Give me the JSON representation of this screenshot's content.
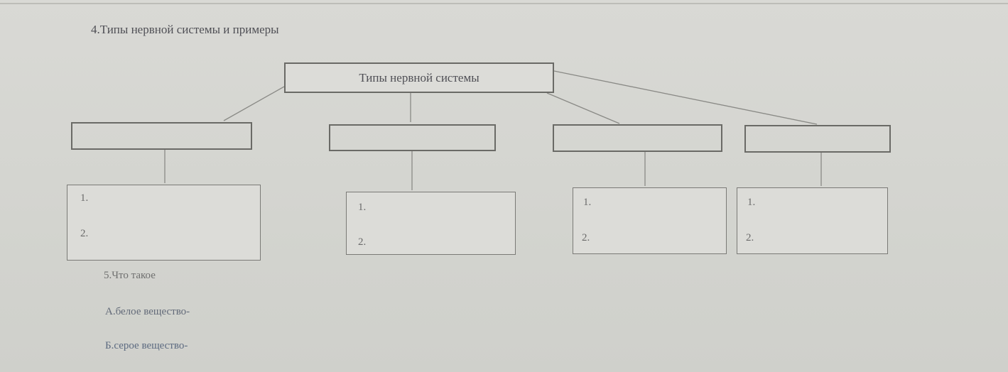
{
  "section4": {
    "heading": "4.Типы нервной системы и примеры",
    "root_box": "Типы нервной системы",
    "branches": [
      {
        "type_value": "",
        "items": [
          "1.",
          "2."
        ]
      },
      {
        "type_value": "",
        "items": [
          "1.",
          "2."
        ]
      },
      {
        "type_value": "",
        "items": [
          "1.",
          "2."
        ]
      },
      {
        "type_value": "",
        "items": [
          "1.",
          "2."
        ]
      }
    ]
  },
  "section5": {
    "heading": "5.Что такое",
    "questions": [
      {
        "label": "А.белое вещество-",
        "answer": ""
      },
      {
        "label": "Б.серое вещество-",
        "answer": ""
      }
    ]
  }
}
